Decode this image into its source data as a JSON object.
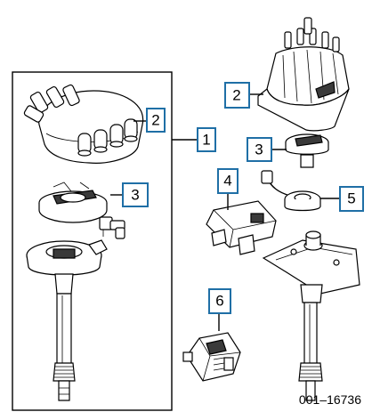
{
  "callouts": [
    "2",
    "1",
    "3",
    "2",
    "3",
    "4",
    "5",
    "6"
  ],
  "figure_code": "001–16736",
  "colors": {
    "callout_border": "#1f6fa6",
    "line": "#000000",
    "background": "#ffffff"
  }
}
